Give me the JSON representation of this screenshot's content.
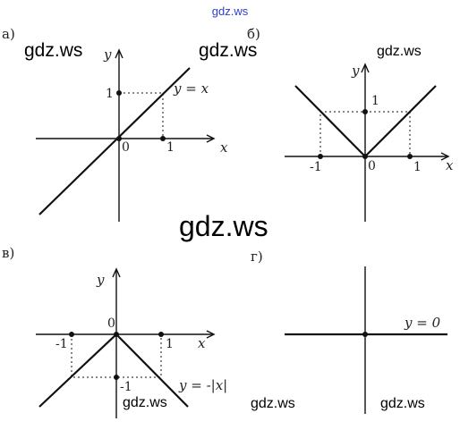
{
  "watermarks": {
    "top": "gdz.ws",
    "large": [
      "gdz.ws",
      "gdz.ws",
      "gdz.ws",
      "gdz.ws",
      "gdz.ws",
      "gdz.ws"
    ]
  },
  "panels": [
    {
      "part_label": "а)",
      "axis_x": "x",
      "axis_y": "y",
      "origin": "0",
      "ticks": [
        "1",
        "1"
      ],
      "equation": "y = x"
    },
    {
      "part_label": "б)",
      "axis_x": "x",
      "axis_y": "y",
      "origin": "0",
      "ticks": [
        "1",
        "-1",
        "1"
      ]
    },
    {
      "part_label": "в)",
      "axis_x": "x",
      "axis_y": "y",
      "origin": "0",
      "ticks": [
        "-1",
        "1",
        "-1"
      ],
      "equation": "y = -|x|"
    },
    {
      "part_label": "г)",
      "equation": "y = 0"
    }
  ]
}
